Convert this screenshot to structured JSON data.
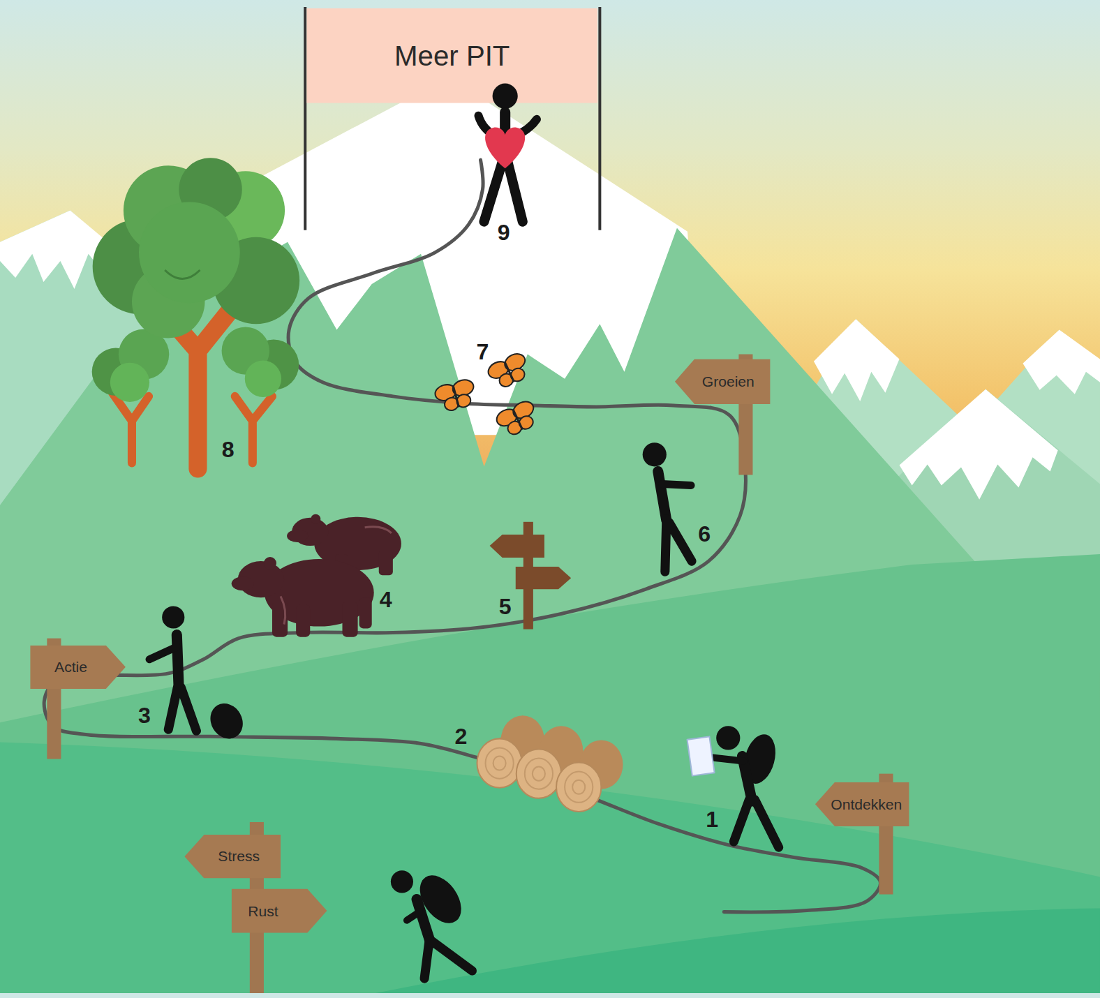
{
  "diagram": {
    "nodes": [
      {
        "text": [
          "Meer PIT"
        ]
      },
      {
        "text": [
          "Groeien"
        ]
      },
      {
        "text": [
          "Actie"
        ]
      },
      {
        "text": [
          "Ontdekken"
        ]
      },
      {
        "text": [
          "Stress"
        ]
      },
      {
        "text": [
          "Rust"
        ]
      }
    ],
    "labels": [
      "9",
      "7",
      "8",
      "6",
      "4",
      "5",
      "3",
      "2",
      "1"
    ]
  }
}
